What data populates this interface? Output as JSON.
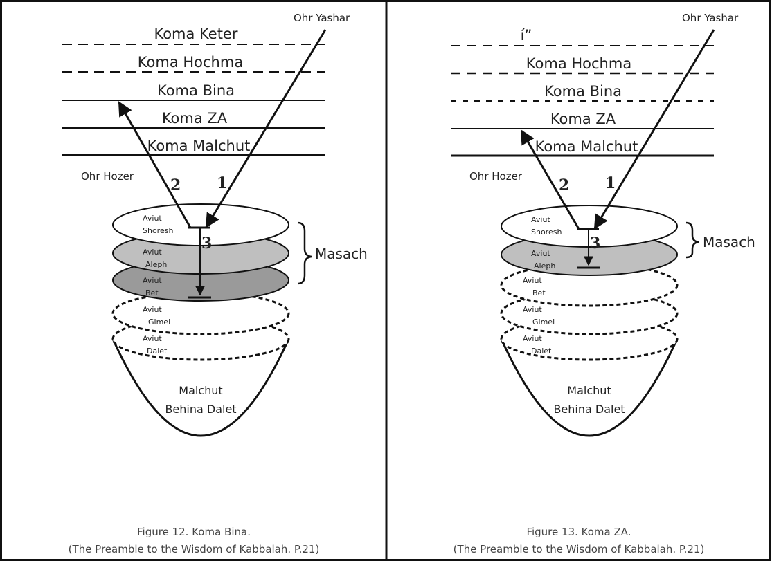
{
  "panels": [
    {
      "levels": [
        "Koma Keter",
        "Koma Hochma",
        "Koma Bina",
        "Koma ZA",
        "Koma Malchut"
      ],
      "ohr_yashar": "Ohr Yashar",
      "ohr_hozer": "Ohr Hozer",
      "num_1": "1",
      "num_2": "2",
      "num_3": "3",
      "aviut": [
        {
          "a": "Aviut",
          "b": "Shoresh"
        },
        {
          "a": "Aviut",
          "b": "Aleph"
        },
        {
          "a": "Aviut",
          "b": "Bet"
        },
        {
          "a": "Aviut",
          "b": "Gimel"
        },
        {
          "a": "Aviut",
          "b": "Dalet"
        }
      ],
      "masach": "Masach",
      "malchut_1": "Malchut",
      "malchut_2": "Behina Dalet",
      "caption_1": "Figure 12. Koma Bina.",
      "caption_2": "(The Preamble to the Wisdom of Kabbalah. P.21)"
    },
    {
      "levels": [
        "í”",
        "Koma Hochma",
        "Koma Bina",
        "Koma ZA",
        "Koma Malchut"
      ],
      "ohr_yashar": "Ohr Yashar",
      "ohr_hozer": "Ohr Hozer",
      "num_1": "1",
      "num_2": "2",
      "num_3": "3",
      "aviut": [
        {
          "a": "Aviut",
          "b": "Shoresh"
        },
        {
          "a": "Aviut",
          "b": "Aleph"
        },
        {
          "a": "Aviut",
          "b": "Bet"
        },
        {
          "a": "Aviut",
          "b": "Gimel"
        },
        {
          "a": "Aviut",
          "b": "Dalet"
        }
      ],
      "masach": "Masach",
      "malchut_1": "Malchut",
      "malchut_2": "Behina Dalet",
      "caption_1": "Figure 13. Koma ZA.",
      "caption_2": "(The Preamble to the Wisdom of Kabbalah. P.21)"
    }
  ],
  "colors": {
    "white": "#ffffff",
    "light_gray": "#bfbfbf",
    "dark_gray": "#9a9a9a",
    "line": "#111111"
  }
}
